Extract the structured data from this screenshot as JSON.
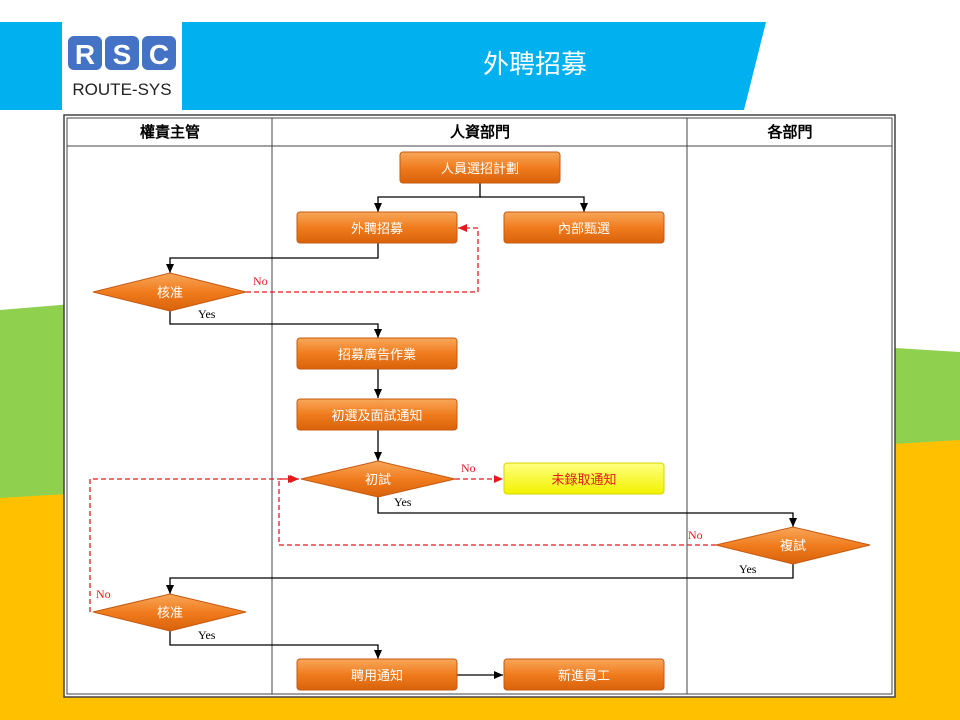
{
  "header": {
    "title": "外聘招募",
    "logo_letters": "RSC",
    "logo_text": "ROUTE-SYS"
  },
  "lanes": {
    "lane1": "權責主管",
    "lane2": "人資部門",
    "lane3": "各部門"
  },
  "nodes": {
    "plan": "人員選招計劃",
    "external": "外聘招募",
    "internal": "內部甄選",
    "approve1": "核准",
    "ad": "招募廣告作業",
    "notify": "初選及面試通知",
    "interview1": "初試",
    "reject": "未錄取通知",
    "interview2": "複試",
    "approve2": "核准",
    "hire_notice": "聘用通知",
    "new_employee": "新進員工"
  },
  "edge_labels": {
    "approve1_no": "No",
    "approve1_yes": "Yes",
    "interview1_no": "No",
    "interview1_yes": "Yes",
    "interview2_no": "No",
    "interview2_yes": "Yes",
    "approve2_no": "No",
    "approve2_yes": "Yes"
  },
  "colors": {
    "header_blue": "#00b0ef",
    "band_green": "#8fd14f",
    "band_yellow": "#ffc000",
    "node_orange": "#f07c1e",
    "node_yellow": "#ffff33",
    "reject_text": "#e41a1c",
    "no_red": "#e41a1c"
  }
}
